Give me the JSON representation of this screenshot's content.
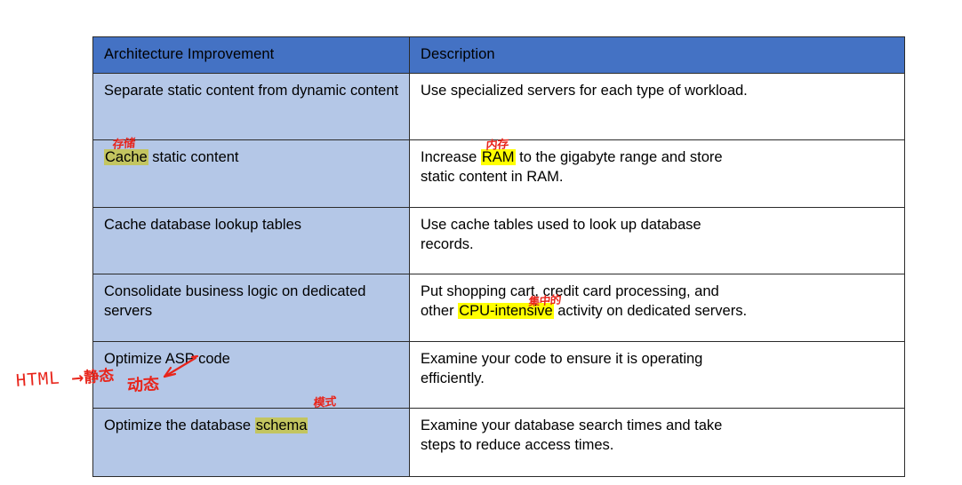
{
  "table": {
    "headers": [
      "Architecture Improvement",
      "Description"
    ],
    "header_bg": "#4472C4",
    "header_text_color": "#FFFFFF",
    "arch_column_bg": "#B4C7E7",
    "desc_column_bg": "#FFFFFF",
    "border_color": "#2B2B2B",
    "rows": [
      {
        "architecture": "Separate static content from dynamic content",
        "description": "Use specialized servers for each type of workload."
      },
      {
        "architecture_pre": "",
        "architecture_highlight": "Cache",
        "architecture_post": " static content",
        "description_pre": "Increase ",
        "description_highlight": "RAM",
        "description_post": " to the gigabyte range and store\nstatic content in RAM."
      },
      {
        "architecture": "Cache database lookup tables",
        "description": "Use cache tables used to look up database\nrecords."
      },
      {
        "architecture": "Consolidate business logic on dedicated servers",
        "description_pre": "Put shopping cart, credit card processing, and\nother ",
        "description_highlight": "CPU-intensive",
        "description_post": " activity on dedicated servers."
      },
      {
        "architecture": "Optimize ASP code",
        "description": "Examine your code to ensure it is operating\nefficiently."
      },
      {
        "architecture_pre": "Optimize the database ",
        "architecture_highlight": "schema",
        "architecture_post": "",
        "description": "Examine your database search times and take\nsteps to reduce access times."
      }
    ]
  },
  "annotations": {
    "ink_color": "#E8251B",
    "highlight_yellow": "#FFFF00",
    "highlight_olive": "#C3C560",
    "cache_note": "存储",
    "ram_note": "内存",
    "cpu_note": "集中的",
    "schema_note": "模式",
    "html_label": "HTML",
    "static_note": "→静态",
    "dynamic_note": "动态"
  }
}
